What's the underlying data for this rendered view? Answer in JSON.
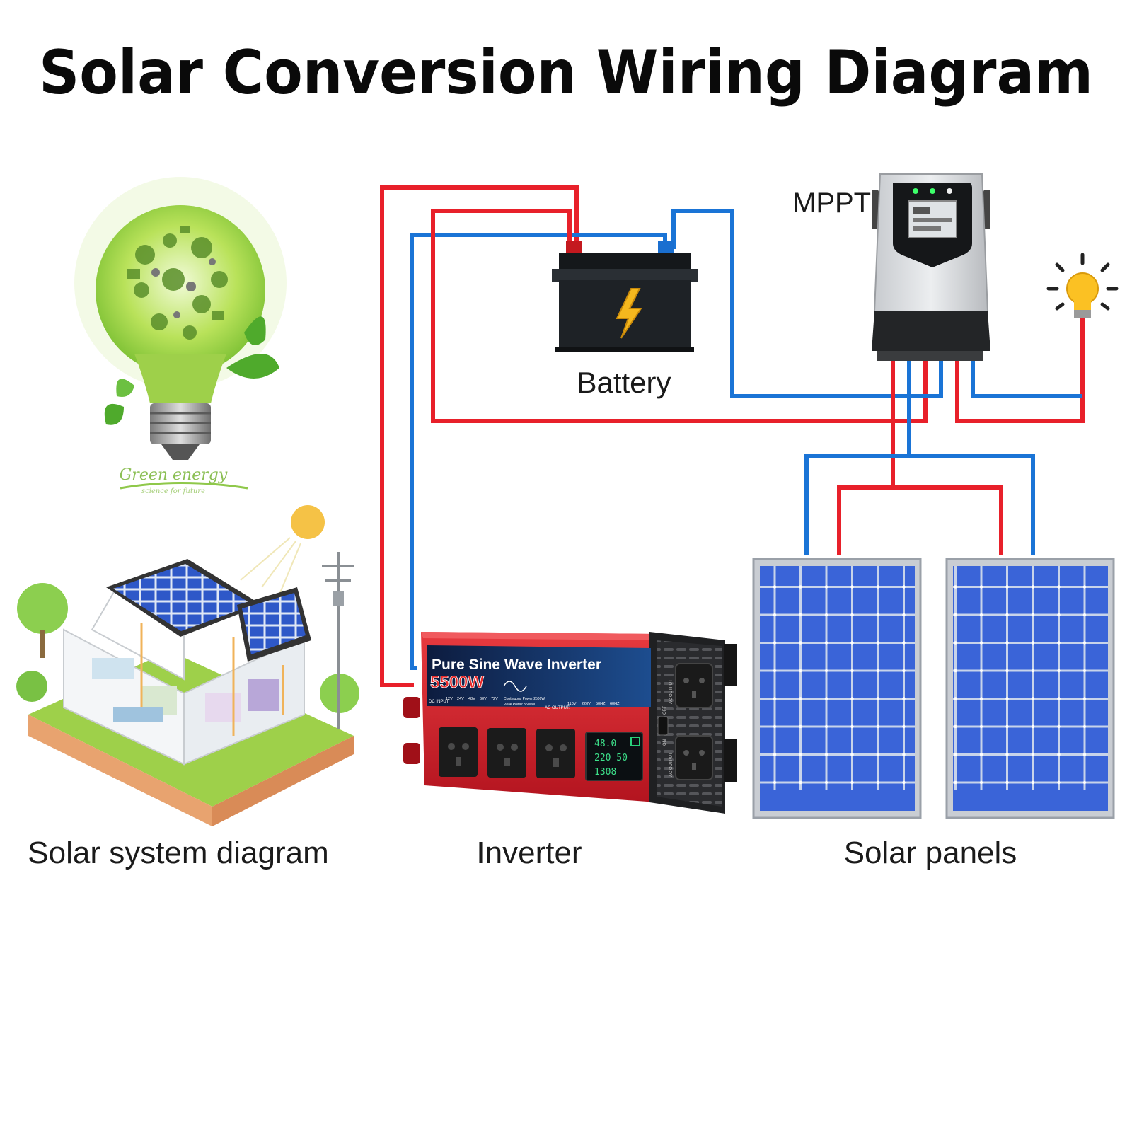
{
  "title": "Solar Conversion Wiring Diagram",
  "labels": {
    "battery": "Battery",
    "mppt": "MPPT",
    "inverter": "Inverter",
    "solar_panels": "Solar panels",
    "solar_system": "Solar system diagram"
  },
  "green_energy": {
    "text": "Green energy",
    "subtext": "science for future"
  },
  "inverter": {
    "brand_line": "Pure Sine Wave Inverter",
    "power_rating": "5500W",
    "dc_input_label": "DC INPUT:",
    "dc_input_options": [
      "12V",
      "24V",
      "48V",
      "60V",
      "72V"
    ],
    "continuous_power": "Continuous Power 2500W",
    "peak_power": "Peak Power 5500W",
    "ac_output_label": "AC OUTPUT:",
    "ac_output_options": [
      "110V",
      "220V",
      "50HZ",
      "60HZ"
    ],
    "lcd_lines": [
      "48.0",
      "220 50",
      "1308"
    ],
    "side_labels": [
      "AC OUTPUT",
      "AC OUTPUT",
      "OFF",
      "ON"
    ]
  },
  "colors": {
    "wire_positive": "#e8202a",
    "wire_negative": "#1a74d6",
    "inverter_body": "#d3202b",
    "panel_cell": "#3a64d8",
    "battery_body": "#1e2226",
    "bolt": "#f5b81e"
  }
}
